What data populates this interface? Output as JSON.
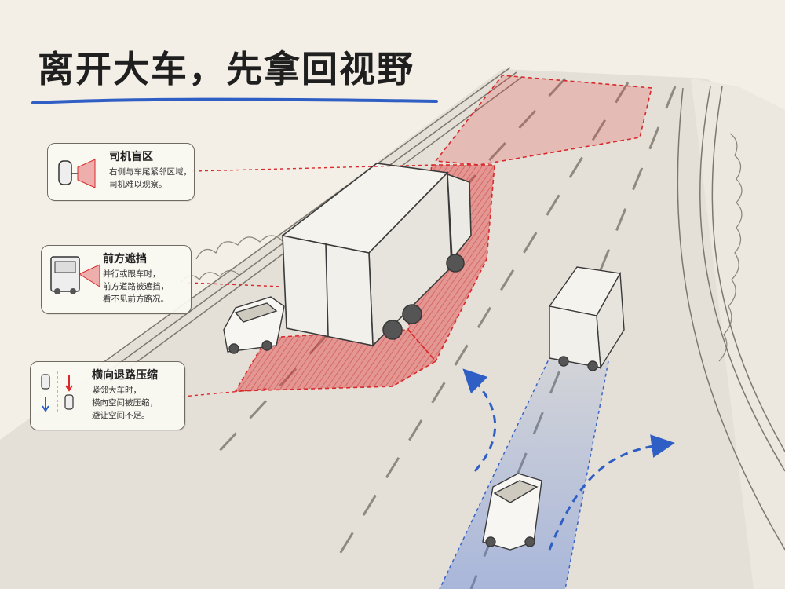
{
  "title": "离开大车，先拿回视野",
  "callouts": [
    {
      "id": "driver-blind-spot",
      "icon": "side-mirror-icon",
      "title": "司机盲区",
      "lines": [
        "右侧与车尾紧邻区域，",
        "司机难以观察。"
      ]
    },
    {
      "id": "front-blocked",
      "icon": "truck-front-icon",
      "title": "前方遮挡",
      "lines": [
        "并行或跟车时，",
        "前方道路被遮挡，",
        "看不见前方路况。"
      ]
    },
    {
      "id": "lateral-escape",
      "icon": "lane-squeeze-icon",
      "title": "横向退路压缩",
      "lines": [
        "紧邻大车时，",
        "横向空间被压缩，",
        "避让空间不足。"
      ]
    }
  ],
  "colors": {
    "danger": "#d9292b",
    "safe": "#3a64c8",
    "ink": "#2b2b2b",
    "paper": "#f3efe6"
  }
}
